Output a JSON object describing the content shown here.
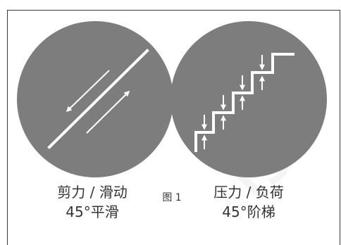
{
  "panels": {
    "left": {
      "caption_line1": "剪力 / 滑动",
      "caption_line2": "45°平滑"
    },
    "right": {
      "caption_line1": "压力 / 负荷",
      "caption_line2": "45°阶梯"
    }
  },
  "figure_label": "图 1",
  "watermark_text": "IST",
  "colors": {
    "circle_fill": "#7d7d7d",
    "stroke": "#ffffff",
    "text": "#333333"
  }
}
